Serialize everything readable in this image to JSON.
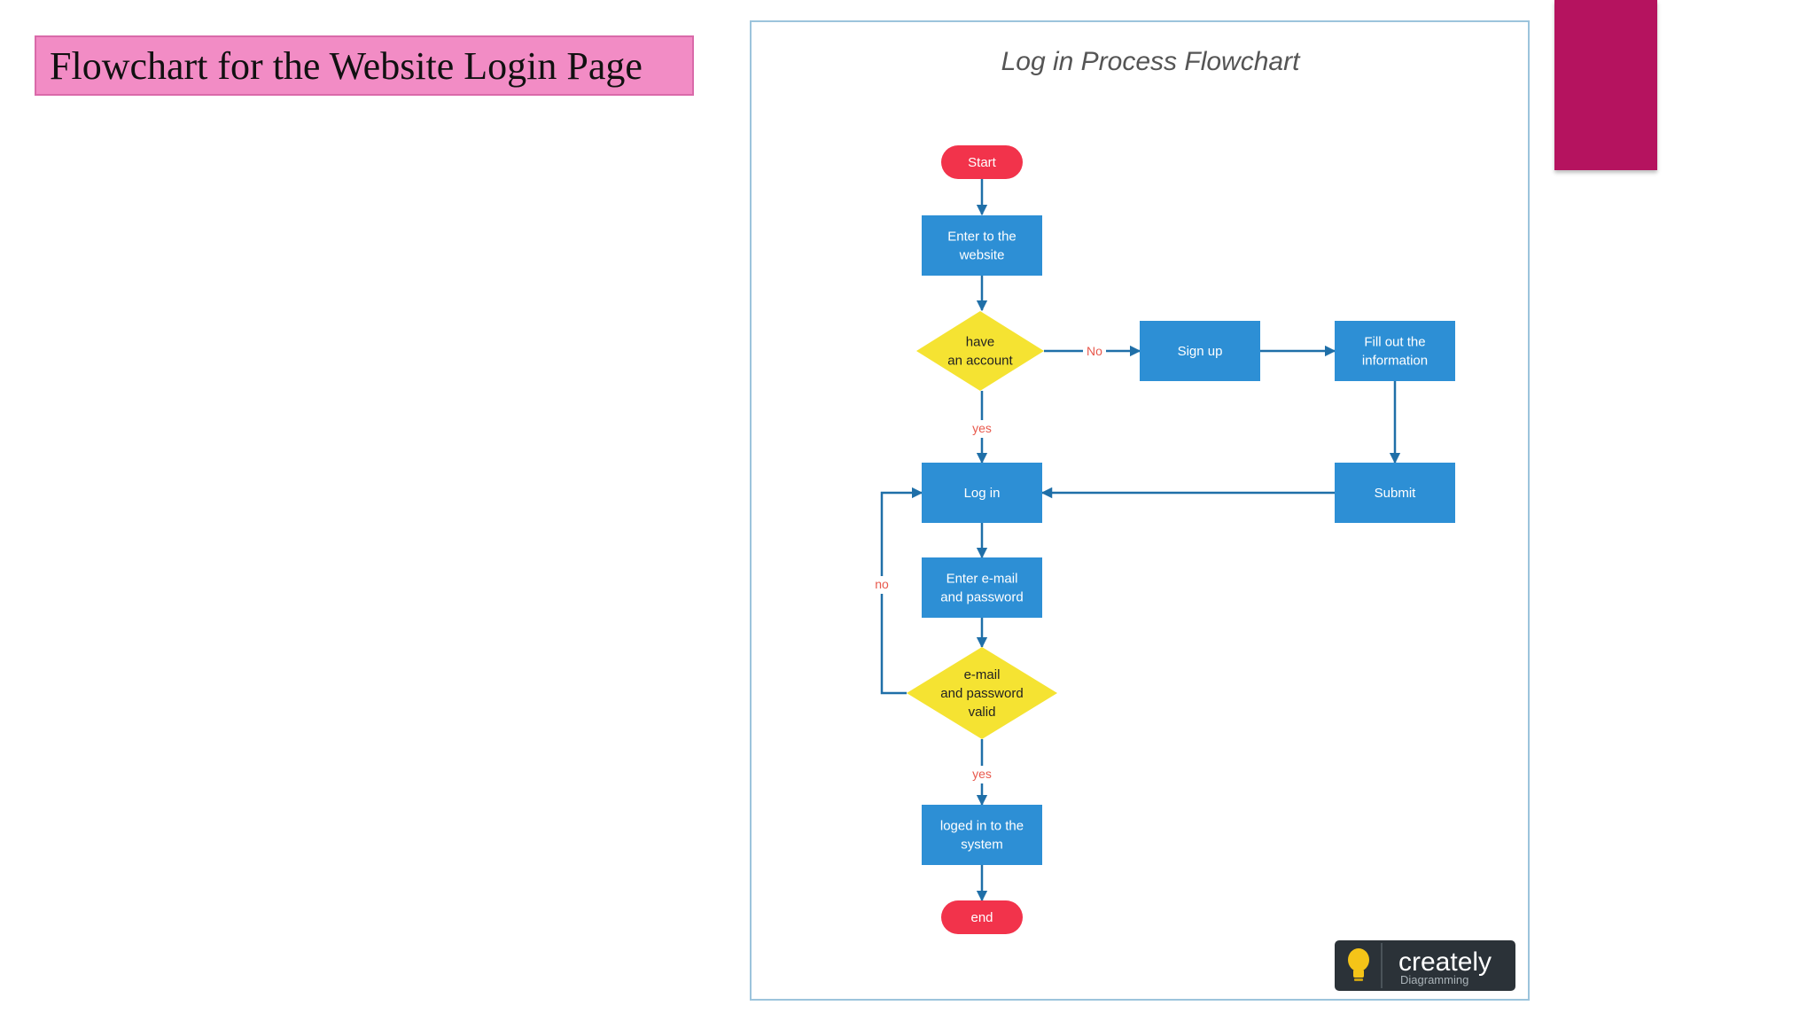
{
  "slide": {
    "title": "Flowchart for the Website Login Page"
  },
  "colors": {
    "title_bg": "#f28cc5",
    "accent_bar": "#b5135f",
    "terminal": "#f2334b",
    "process": "#2d8fd5",
    "decision": "#f5e332",
    "connector": "#1f6fa8",
    "edge_label": "#e8594d",
    "frame_border": "#9cc4dc"
  },
  "diagram": {
    "title": "Log in Process Flowchart",
    "nodes": {
      "start": {
        "text": [
          "Start"
        ],
        "shape": "terminal"
      },
      "enter_website": {
        "text": [
          "Enter to the",
          "website"
        ],
        "shape": "process"
      },
      "have_account": {
        "text": [
          "have",
          "an account"
        ],
        "shape": "decision"
      },
      "sign_up": {
        "text": [
          "Sign up"
        ],
        "shape": "process"
      },
      "fill_info": {
        "text": [
          "Fill out the",
          "information"
        ],
        "shape": "process"
      },
      "submit": {
        "text": [
          "Submit"
        ],
        "shape": "process"
      },
      "log_in": {
        "text": [
          "Log in"
        ],
        "shape": "process"
      },
      "enter_credentials": {
        "text": [
          "Enter e-mail",
          "and password"
        ],
        "shape": "process"
      },
      "credentials_valid": {
        "text": [
          "e-mail",
          "and password",
          "valid"
        ],
        "shape": "decision"
      },
      "logged_in": {
        "text": [
          "loged in to the",
          "system"
        ],
        "shape": "process"
      },
      "end": {
        "text": [
          "end"
        ],
        "shape": "terminal"
      }
    },
    "edges": [
      {
        "from": "start",
        "to": "enter_website"
      },
      {
        "from": "enter_website",
        "to": "have_account"
      },
      {
        "from": "have_account",
        "to": "sign_up",
        "label": "No"
      },
      {
        "from": "sign_up",
        "to": "fill_info"
      },
      {
        "from": "fill_info",
        "to": "submit"
      },
      {
        "from": "submit",
        "to": "log_in"
      },
      {
        "from": "have_account",
        "to": "log_in",
        "label": "yes"
      },
      {
        "from": "log_in",
        "to": "enter_credentials"
      },
      {
        "from": "enter_credentials",
        "to": "credentials_valid"
      },
      {
        "from": "credentials_valid",
        "to": "log_in",
        "label": "no"
      },
      {
        "from": "credentials_valid",
        "to": "logged_in",
        "label": "yes"
      },
      {
        "from": "logged_in",
        "to": "end"
      }
    ]
  },
  "watermark": {
    "brand": "creately",
    "tagline": "Diagramming",
    "icon": "lightbulb-icon"
  }
}
